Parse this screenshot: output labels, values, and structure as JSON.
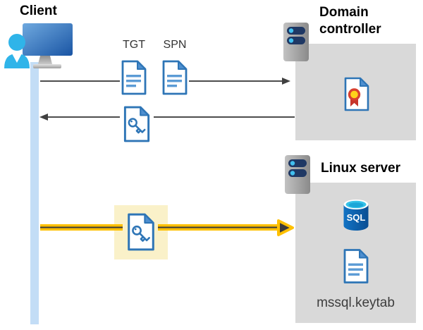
{
  "diagram": {
    "client": {
      "label": "Client"
    },
    "flows": {
      "tgt_label": "TGT",
      "spn_label": "SPN"
    },
    "domain_controller": {
      "label": "Domain controller"
    },
    "linux_server": {
      "label": "Linux server",
      "sql_label": "SQL",
      "keytab_label": "mssql.keytab"
    },
    "colors": {
      "accent_yellow": "#FFC000",
      "arrow_dark_gray": "#4D4D4D",
      "doc_border_blue": "#2E75B6",
      "doc_fill_blue": "#5B9BD5",
      "panel_gray": "#D9D9D9",
      "highlight_yellow": "#FAF1C9",
      "client_line_blue": "#C3DDF6",
      "server_pill_navy": "#1F3864",
      "server_dot_cyan": "#41C0F0",
      "person_cyan": "#2FB4E9",
      "sql_body_blue": "#0F63AE",
      "sql_top_cyan": "#35C2E8",
      "certificate_red": "#D8402F",
      "certificate_yellow": "#FFD11A"
    },
    "icons": {
      "client": "client-workstation-icon",
      "domain_controller": "server-icon",
      "linux_server": "server-icon",
      "tgt": "document-icon",
      "spn": "document-icon",
      "service_ticket": "key-document-icon",
      "certificate": "certificate-icon",
      "sql": "sql-database-icon",
      "keytab": "document-icon"
    }
  }
}
